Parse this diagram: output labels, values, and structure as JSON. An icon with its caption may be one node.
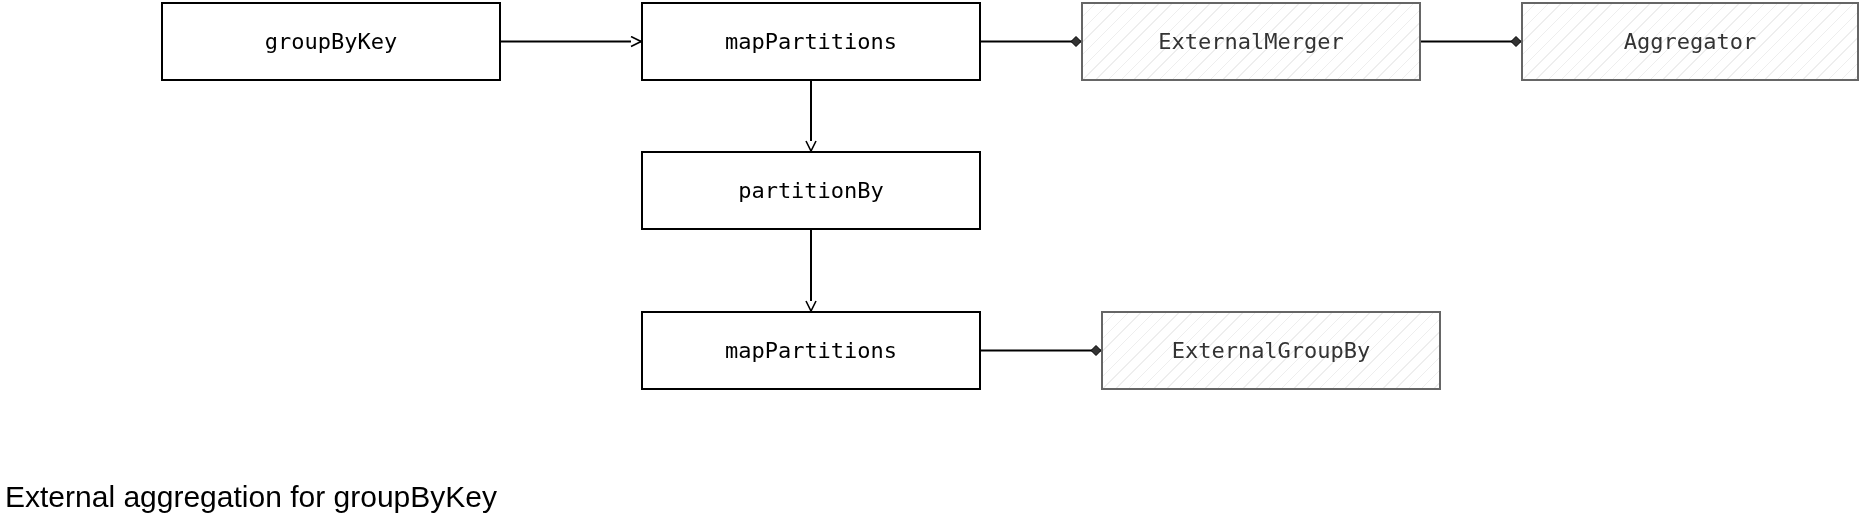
{
  "diagram": {
    "caption": "External aggregation for groupByKey",
    "nodes": [
      {
        "text": [
          "groupByKey"
        ]
      },
      {
        "text": [
          "mapPartitions"
        ]
      },
      {
        "text": [
          "ExternalMerger"
        ]
      },
      {
        "text": [
          "Aggregator"
        ]
      },
      {
        "text": [
          "partitionBy"
        ]
      },
      {
        "text": [
          "mapPartitions"
        ]
      },
      {
        "text": [
          "ExternalGroupBy"
        ]
      }
    ],
    "edges": [
      {
        "from": 0,
        "to": 1,
        "arrow": "to"
      },
      {
        "from": 1,
        "to": 2,
        "arrow": "other"
      },
      {
        "from": 2,
        "to": 3,
        "arrow": "other"
      },
      {
        "from": 1,
        "to": 4,
        "arrow": "to"
      },
      {
        "from": 4,
        "to": 5,
        "arrow": "to"
      },
      {
        "from": 5,
        "to": 6,
        "arrow": "other"
      }
    ]
  }
}
